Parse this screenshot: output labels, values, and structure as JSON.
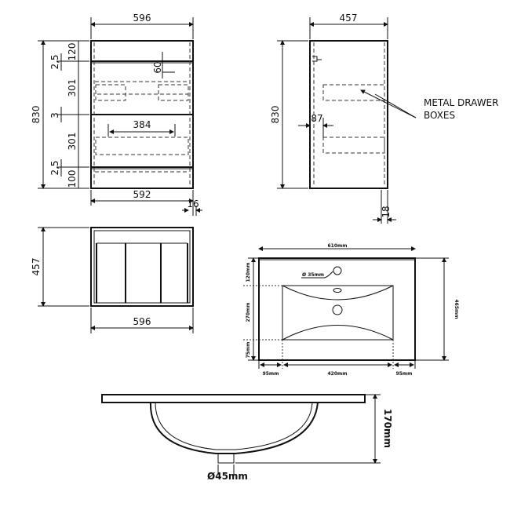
{
  "front_view": {
    "width_top": "596",
    "width_bottom": "592",
    "height": "830",
    "d_2_5a": "2,5",
    "d_120": "120",
    "d_301a": "301",
    "d_3": "3",
    "d_301b": "301",
    "d_2_5b": "2,5",
    "d_100": "100",
    "d_60": "60",
    "d_384": "384",
    "d_16": "16"
  },
  "side_view": {
    "depth": "457",
    "height": "830",
    "d_87": "87",
    "d_18": "18",
    "label_line1": "METAL DRAWER",
    "label_line2": "BOXES"
  },
  "plan_view": {
    "depth": "457",
    "width": "596"
  },
  "basin_top": {
    "width": "610mm",
    "depth": "465mm",
    "tap_hole": "Ø 35mm",
    "d_120": "120mm",
    "d_270": "270mm",
    "d_75": "75mm",
    "d_95_left": "95mm",
    "d_420": "420mm",
    "d_95_right": "95mm"
  },
  "basin_section": {
    "height": "170mm",
    "waste": "Ø45mm"
  }
}
